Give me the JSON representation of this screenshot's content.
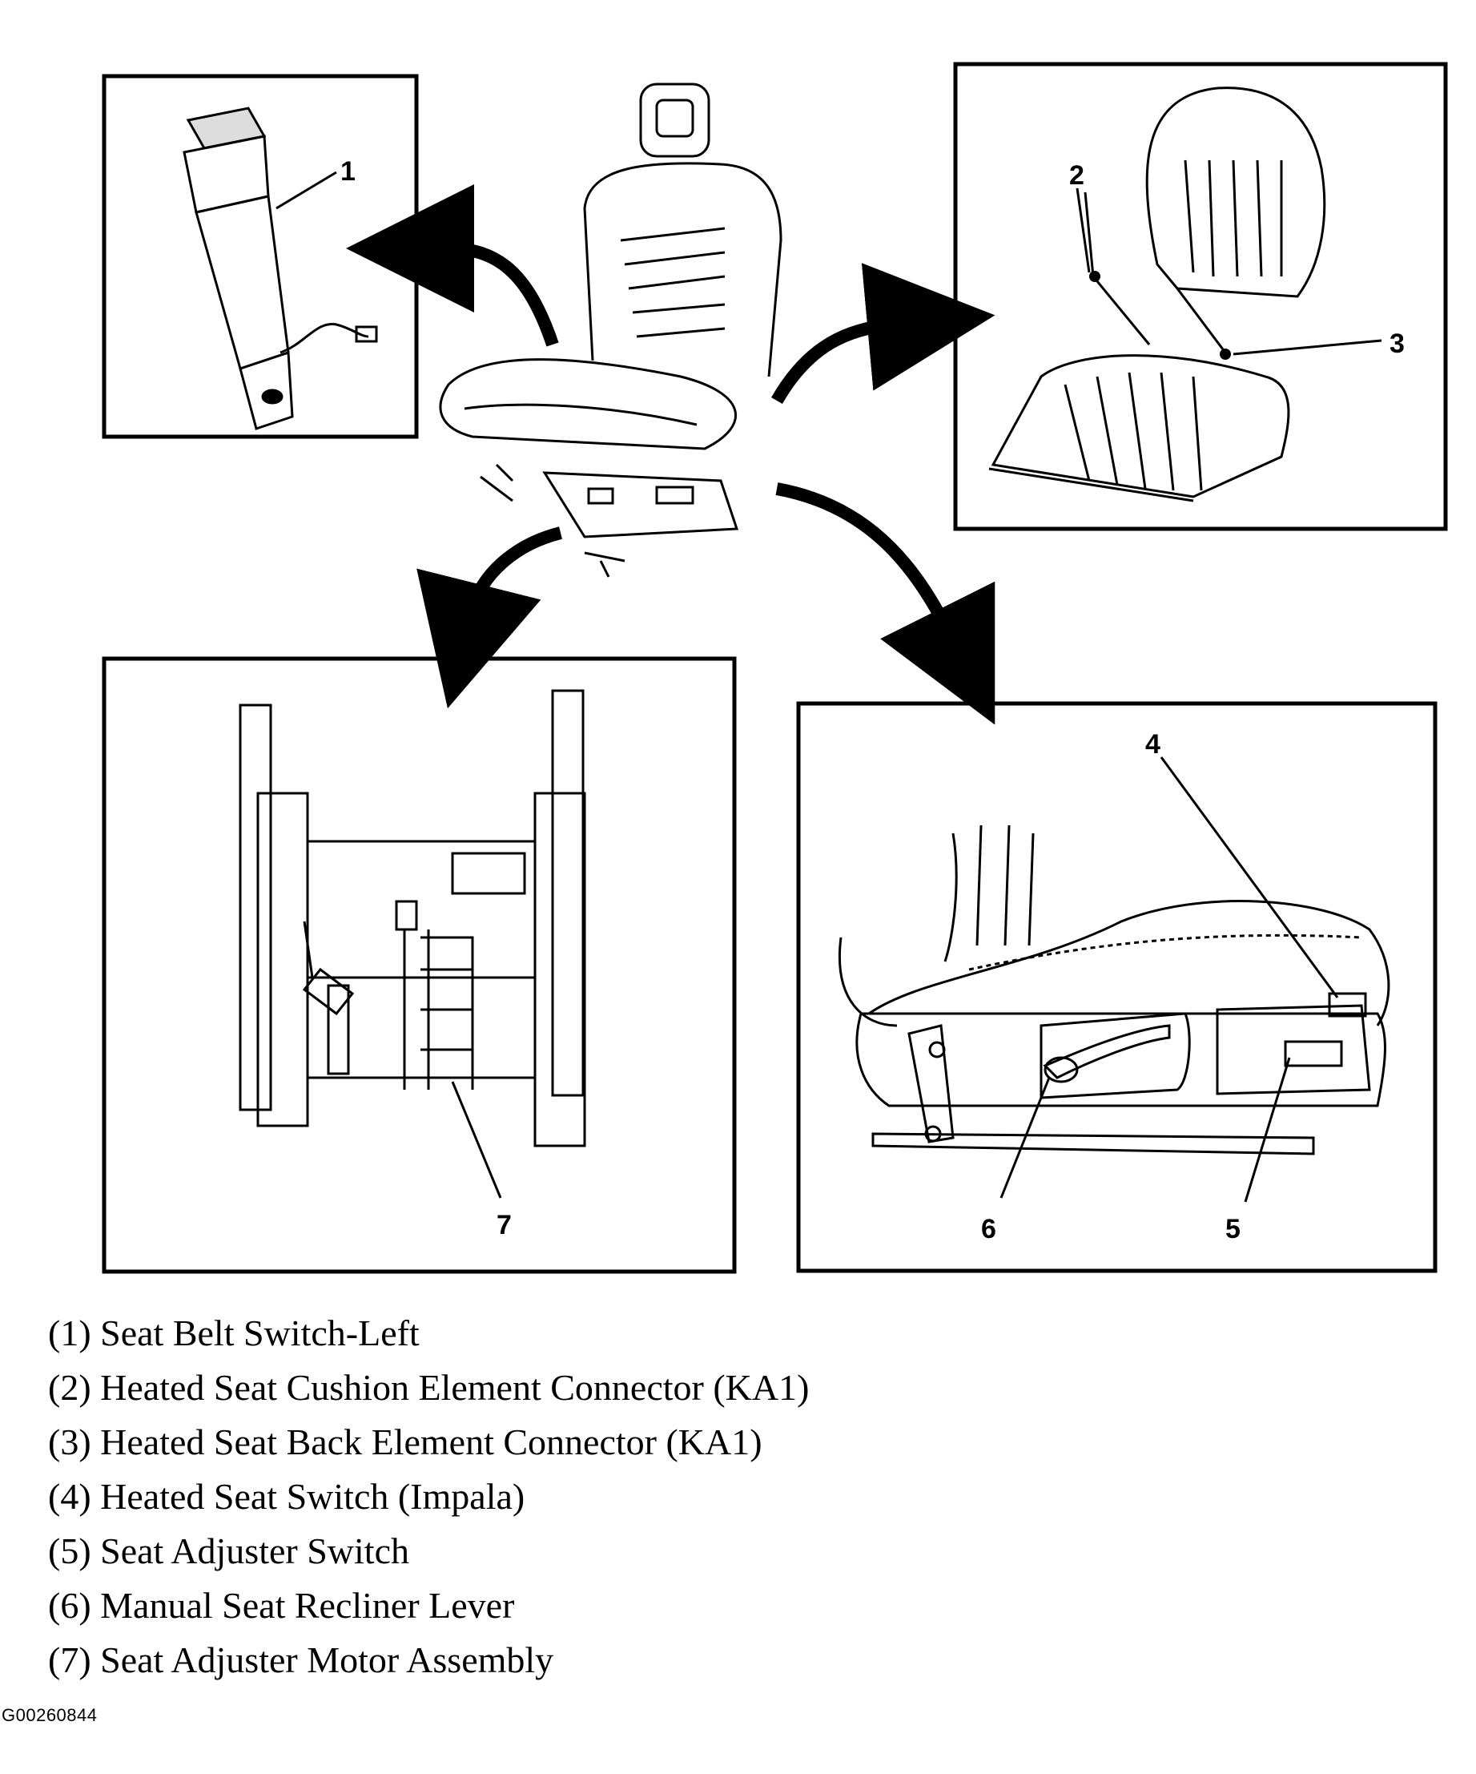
{
  "callouts": {
    "c1": "1",
    "c2": "2",
    "c3": "3",
    "c4": "4",
    "c5": "5",
    "c6": "6",
    "c7": "7"
  },
  "legend": [
    "(1) Seat Belt Switch-Left",
    "(2) Heated Seat Cushion Element Connector (KA1)",
    "(3) Heated Seat Back Element Connector (KA1)",
    "(4) Heated Seat Switch (Impala)",
    "(5) Seat Adjuster Switch",
    "(6) Manual Seat Recliner Lever",
    "(7) Seat Adjuster Motor Assembly"
  ],
  "figure_id": "G00260844"
}
